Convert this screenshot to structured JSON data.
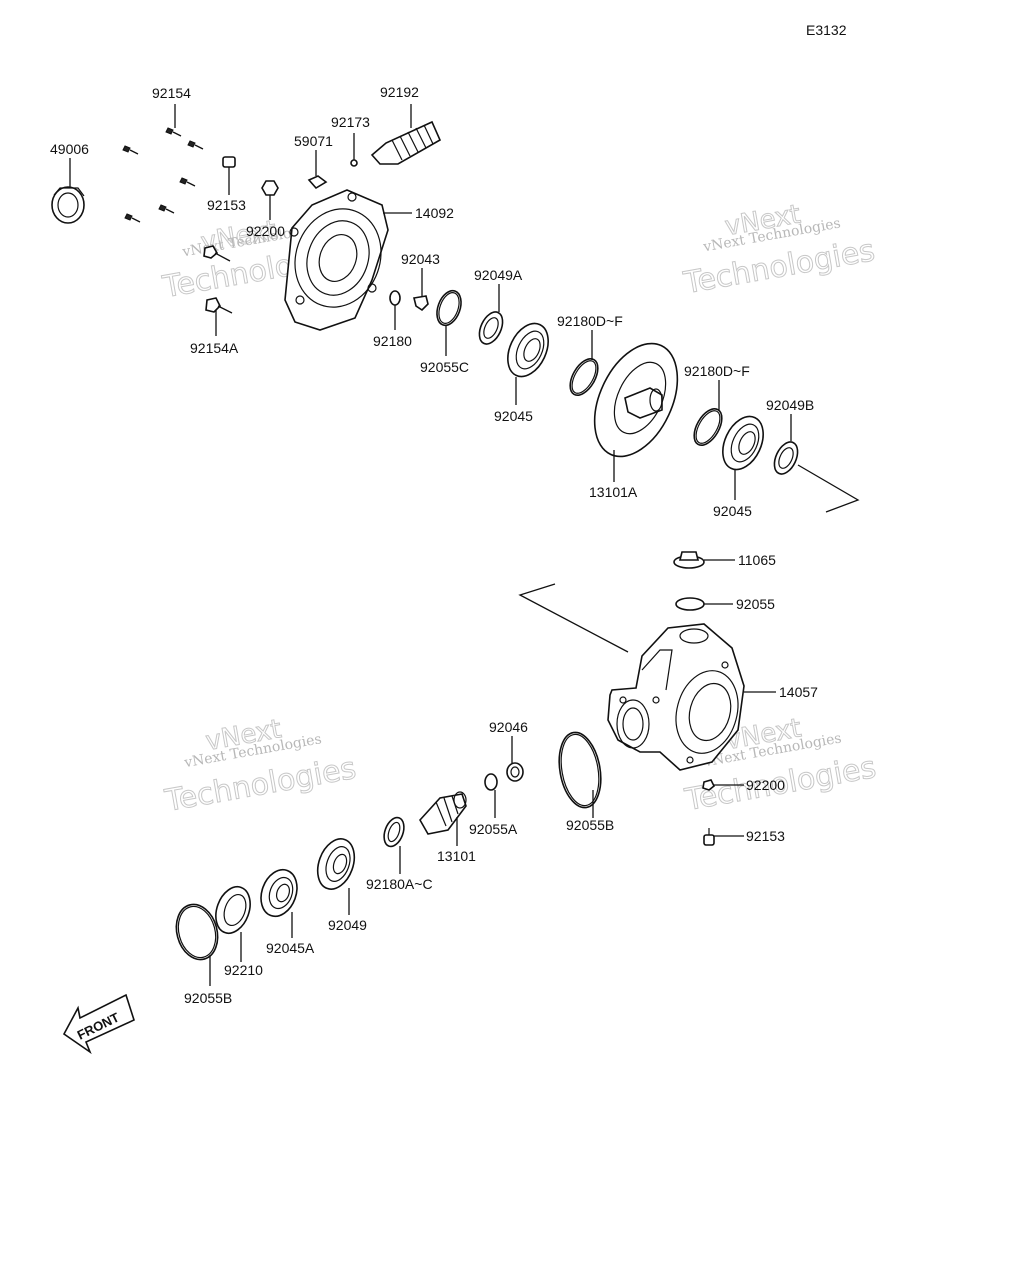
{
  "diagram_id": "E3132",
  "watermark": {
    "line1": "vNext",
    "line2": "Technologies",
    "line3": "vNext Technologies"
  },
  "parts": [
    {
      "key": "p49006",
      "label": "49006"
    },
    {
      "key": "p92154",
      "label": "92154"
    },
    {
      "key": "p92153a",
      "label": "92153"
    },
    {
      "key": "p92200a",
      "label": "92200"
    },
    {
      "key": "p92154A",
      "label": "92154A"
    },
    {
      "key": "p92173",
      "label": "92173"
    },
    {
      "key": "p59071",
      "label": "59071"
    },
    {
      "key": "p92192",
      "label": "92192"
    },
    {
      "key": "p14092",
      "label": "14092"
    },
    {
      "key": "p92043",
      "label": "92043"
    },
    {
      "key": "p92180",
      "label": "92180"
    },
    {
      "key": "p92055C",
      "label": "92055C"
    },
    {
      "key": "p92049A",
      "label": "92049A"
    },
    {
      "key": "p92045a",
      "label": "92045"
    },
    {
      "key": "p92180DF1",
      "label": "92180D~F"
    },
    {
      "key": "p13101A",
      "label": "13101A"
    },
    {
      "key": "p92180DF2",
      "label": "92180D~F"
    },
    {
      "key": "p92049B",
      "label": "92049B"
    },
    {
      "key": "p92045b",
      "label": "92045"
    },
    {
      "key": "p11065",
      "label": "11065"
    },
    {
      "key": "p92055",
      "label": "92055"
    },
    {
      "key": "p14057",
      "label": "14057"
    },
    {
      "key": "p92200b",
      "label": "92200"
    },
    {
      "key": "p92153b",
      "label": "92153"
    },
    {
      "key": "p92046",
      "label": "92046"
    },
    {
      "key": "p92055A",
      "label": "92055A"
    },
    {
      "key": "p92055B1",
      "label": "92055B"
    },
    {
      "key": "p13101",
      "label": "13101"
    },
    {
      "key": "p92180AC",
      "label": "92180A~C"
    },
    {
      "key": "p92049",
      "label": "92049"
    },
    {
      "key": "p92045A",
      "label": "92045A"
    },
    {
      "key": "p92210",
      "label": "92210"
    },
    {
      "key": "p92055B2",
      "label": "92055B"
    }
  ],
  "front_arrow_label": "FRONT"
}
